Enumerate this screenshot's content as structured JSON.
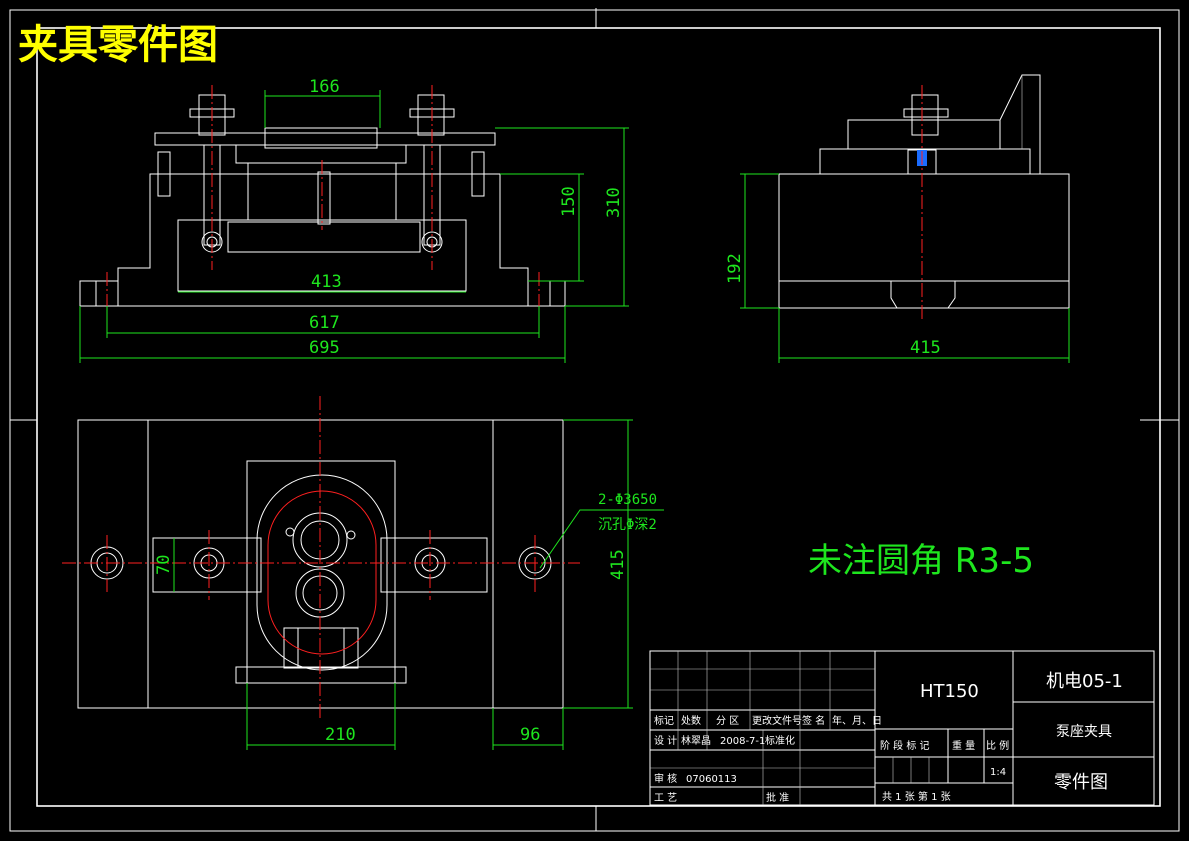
{
  "title": "夹具零件图",
  "note": "未注圆角 R3-5",
  "callout": {
    "line1": "2-Φ3650",
    "line2": "沉孔Φ深2"
  },
  "dims": {
    "d166": "166",
    "d150": "150",
    "d310": "310",
    "d413": "413",
    "d617": "617",
    "d695": "695",
    "d192": "192",
    "d415_side": "415",
    "d415_top": "415",
    "d70": "70",
    "d210": "210",
    "d96": "96"
  },
  "titleblock": {
    "material": "HT150",
    "drawing_no": "机电05-1",
    "part_name": "泵座夹具",
    "drawing_type": "零件图",
    "hdr_mark": "标记",
    "hdr_count": "处数",
    "hdr_zone": "分 区",
    "hdr_docno": "更改文件号",
    "hdr_sign": "签 名",
    "hdr_date": "年、月、日",
    "design_label": "设 计",
    "designer": "林翠晶",
    "design_date": "2008-7-1",
    "standard_label": "标准化",
    "review_label": "审 核",
    "review_value": "07060113",
    "process_label": "工 艺",
    "approve_label": "批 准",
    "stage_label": "阶 段 标 记",
    "weight_label": "重 量",
    "scale_label": "比 例",
    "scale": "1:4",
    "sheet_info": "共 1  张   第  1 张"
  },
  "colors": {
    "background": "#000000",
    "lines": "#ffffff",
    "dimension": "#1ee61e",
    "centerline": "#ff2020",
    "title": "#ffff00"
  }
}
